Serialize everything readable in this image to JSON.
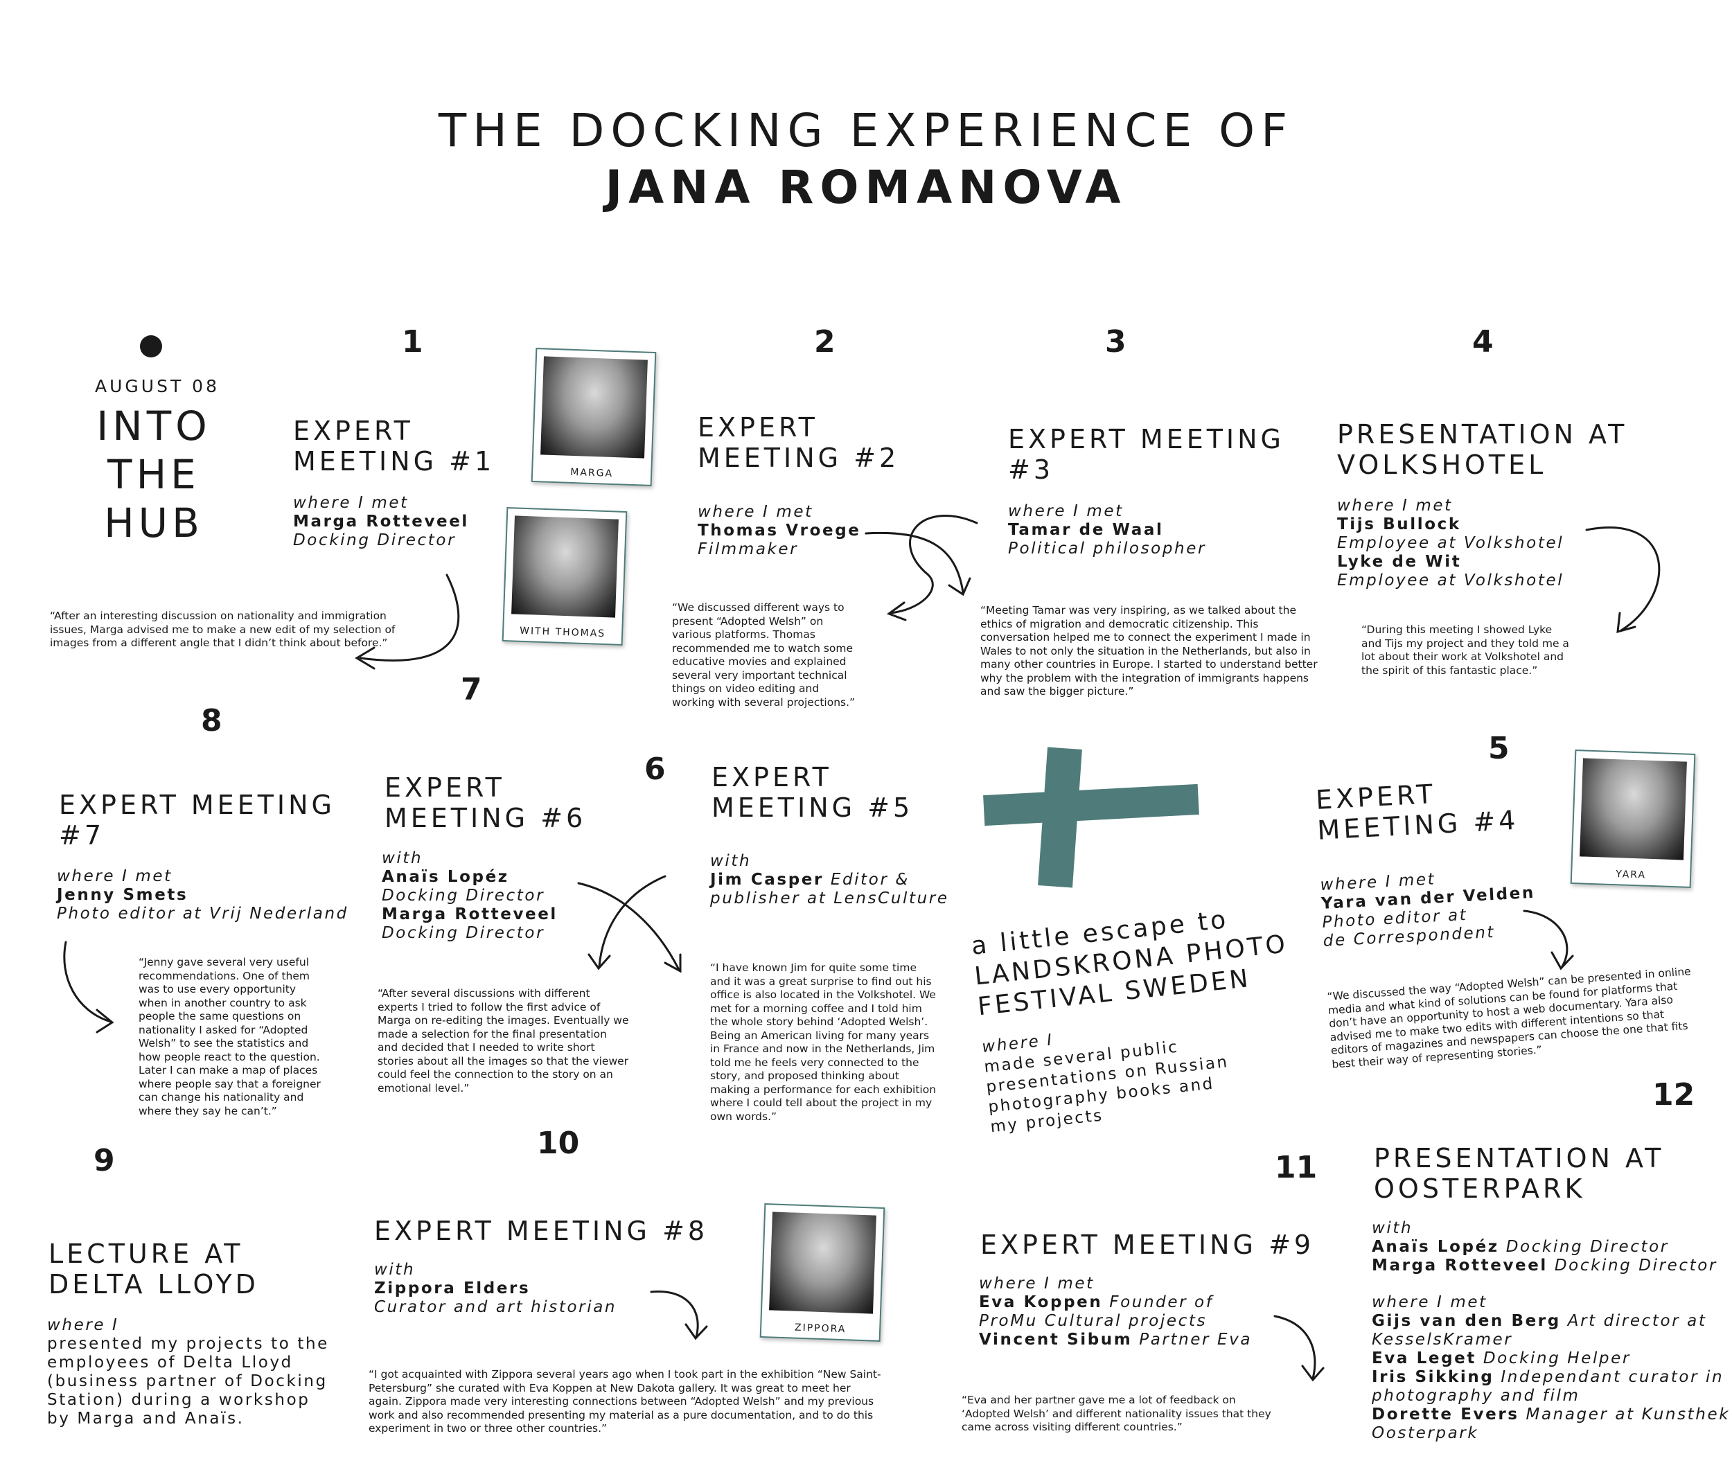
{
  "title": {
    "line1": "THE DOCKING EXPERIENCE OF",
    "line2": "JANA ROMANOVA"
  },
  "colors": {
    "accent": "#4f7c7a",
    "text": "#1a1a1a"
  },
  "hub": {
    "icon": "dot-icon",
    "date": "AUGUST 08",
    "line1": "INTO",
    "line2": "THE",
    "line3": "HUB"
  },
  "numbers": {
    "n1": "1",
    "n2": "2",
    "n3": "3",
    "n4": "4",
    "n5": "5",
    "n6": "6",
    "n7": "7",
    "n8": "8",
    "n9": "9",
    "n10": "10",
    "n11": "11",
    "n12": "12"
  },
  "m1": {
    "h1": "EXPERT",
    "h2": "MEETING #1",
    "intro": "where I met",
    "name": "Marga Rotteveel",
    "role": "Docking Director",
    "quote": "“After an interesting discussion on nationality and immigration issues, Marga advised me to make a new edit of my selection of images from a different angle that I didn’t think about before.”",
    "photo1": "MARGA",
    "photo2": "WITH THOMAS"
  },
  "m2": {
    "h1": "EXPERT",
    "h2": "MEETING #2",
    "intro": "where I met",
    "name": "Thomas Vroege",
    "role": "Filmmaker",
    "quote": "“We discussed different ways to present “Adopted Welsh” on various platforms. Thomas recommended me to watch some educative movies and explained several very important technical things on video editing and working with several projections.”"
  },
  "m3": {
    "h1": "EXPERT MEETING",
    "h2": "#3",
    "intro": "where I met",
    "name": "Tamar de Waal",
    "role": "Political philosopher",
    "quote": "“Meeting Tamar was very inspiring, as we talked about the ethics of migration and democratic citizenship. This conversation helped me to connect the experiment I made in Wales to not only the situation in the Netherlands, but also in many other countries in Europe. I started to understand better why the problem with the integration of immigrants happens and saw the bigger picture.”"
  },
  "m4p": {
    "h1": "PRESENTATION AT",
    "h2": "VOLKSHOTEL",
    "intro": "where I met",
    "name1": "Tijs Bullock",
    "role1": "Employee at Volkshotel",
    "name2": "Lyke de Wit",
    "role2": "Employee at Volkshotel",
    "quote": "“During this meeting I showed Lyke and Tijs my project and they told me a lot about their work at Volkshotel and the spirit of this fantastic place.”"
  },
  "m5": {
    "h1": "EXPERT",
    "h2": "MEETING #4",
    "intro": "where I met",
    "name": "Yara van der Velden",
    "role1": "Photo editor at",
    "role2": "de Correspondent",
    "quote": "“We discussed the way “Adopted Welsh” can be presented in online media and what kind of solutions can be found for platforms that don’t have an opportunity to host a web documentary. Yara also advised me to make two edits with different intentions so that editors of magazines and newspapers can choose the one that fits best their way of representing stories.”",
    "photo": "YARA"
  },
  "m6": {
    "h1": "EXPERT",
    "h2": "MEETING #5",
    "intro": "with",
    "name": "Jim Casper",
    "role1": "Editor &",
    "role2": "publisher at LensCulture",
    "quote": "“I have known Jim for quite some time and it was a great surprise to find out his office is also located in the Volkshotel. We met for a morning coffee and I told him the whole story behind ‘Adopted Welsh’. Being an American living for many years in France and now in the Netherlands, Jim told me he feels very connected to the story, and proposed thinking about making a performance for each exhibition where I could tell about the project in my own words.”"
  },
  "m7": {
    "h1": "EXPERT",
    "h2": "MEETING #6",
    "intro": "with",
    "name1": "Anaïs Lopéz",
    "role1": "Docking Director",
    "name2": "Marga Rotteveel",
    "role2": "Docking Director",
    "quote": "“After several discussions with different experts I tried to follow the first advice of Marga on re-editing the images. Eventually we made a selection for the final presentation and decided that I needed to write short stories about all the images so that the viewer could feel the connection to the story on an emotional level.”"
  },
  "m8": {
    "h1": "EXPERT MEETING",
    "h2": "#7",
    "intro": "where I met",
    "name": "Jenny Smets",
    "role": "Photo editor at Vrij Nederland",
    "quote": "“Jenny gave several very useful recommendations. One of them was to use every opportunity when in another country to ask people the same questions on nationality I asked for “Adopted Welsh” to see the statistics and how people react to the question. Later I can make a map of places where people say that a foreigner can change his nationality and where they say he can’t.”"
  },
  "escape": {
    "l1": "a little escape to",
    "l2": "LANDSKRONA PHOTO",
    "l3": "FESTIVAL SWEDEN",
    "intro": "where I",
    "t1": "made several public",
    "t2": "presentations on Russian",
    "t3": "photography books and",
    "t4": "my projects"
  },
  "m9": {
    "h1": "LECTURE AT",
    "h2": "DELTA LLOYD",
    "intro": "where I",
    "t1": "presented my projects to the",
    "t2": "employees of Delta Lloyd",
    "t3": "(business partner of Docking",
    "t4": "Station) during a workshop",
    "t5": "by Marga and Anaïs."
  },
  "m10": {
    "h1": "EXPERT MEETING #8",
    "intro": "with",
    "name": "Zippora Elders",
    "role": "Curator and art historian",
    "quote": "“I got acquainted with Zippora several years ago when I took part in the exhibition “New Saint-Petersburg” she curated with Eva Koppen at New Dakota gallery. It was great to meet her again. Zippora made very interesting connections between “Adopted Welsh” and my previous work and also recommended presenting my material as a pure documentation, and to do this experiment in two or three other countries.”",
    "photo": "ZIPPORA"
  },
  "m11": {
    "h1": "EXPERT MEETING #9",
    "intro": "where I met",
    "name1": "Eva Koppen",
    "role1a": "Founder of",
    "role1b": "ProMu Cultural projects",
    "name2": "Vincent Sibum",
    "role2": "Partner Eva",
    "quote": "“Eva and her partner gave me a lot of feedback on ‘Adopted Welsh’ and different nationality issues that they came across visiting different countries.”"
  },
  "m12": {
    "h1": "PRESENTATION AT",
    "h2": "OOSTERPARK",
    "intro1": "with",
    "w1": "Anaïs Lopéz",
    "w1r": "Docking Director",
    "w2": "Marga Rotteveel",
    "w2r": "Docking Director",
    "intro2": "where I met",
    "p1": "Gijs van den Berg",
    "p1r": "Art director at",
    "p1r2": "KesselsKramer",
    "p2": "Eva Leget",
    "p2r": "Docking Helper",
    "p3": "Iris Sikking",
    "p3r": "Independant curator in",
    "p3r2": "photography and film",
    "p4": "Dorette Evers",
    "p4r": "Manager at Kunsthek",
    "p4r2": "Oosterpark"
  }
}
